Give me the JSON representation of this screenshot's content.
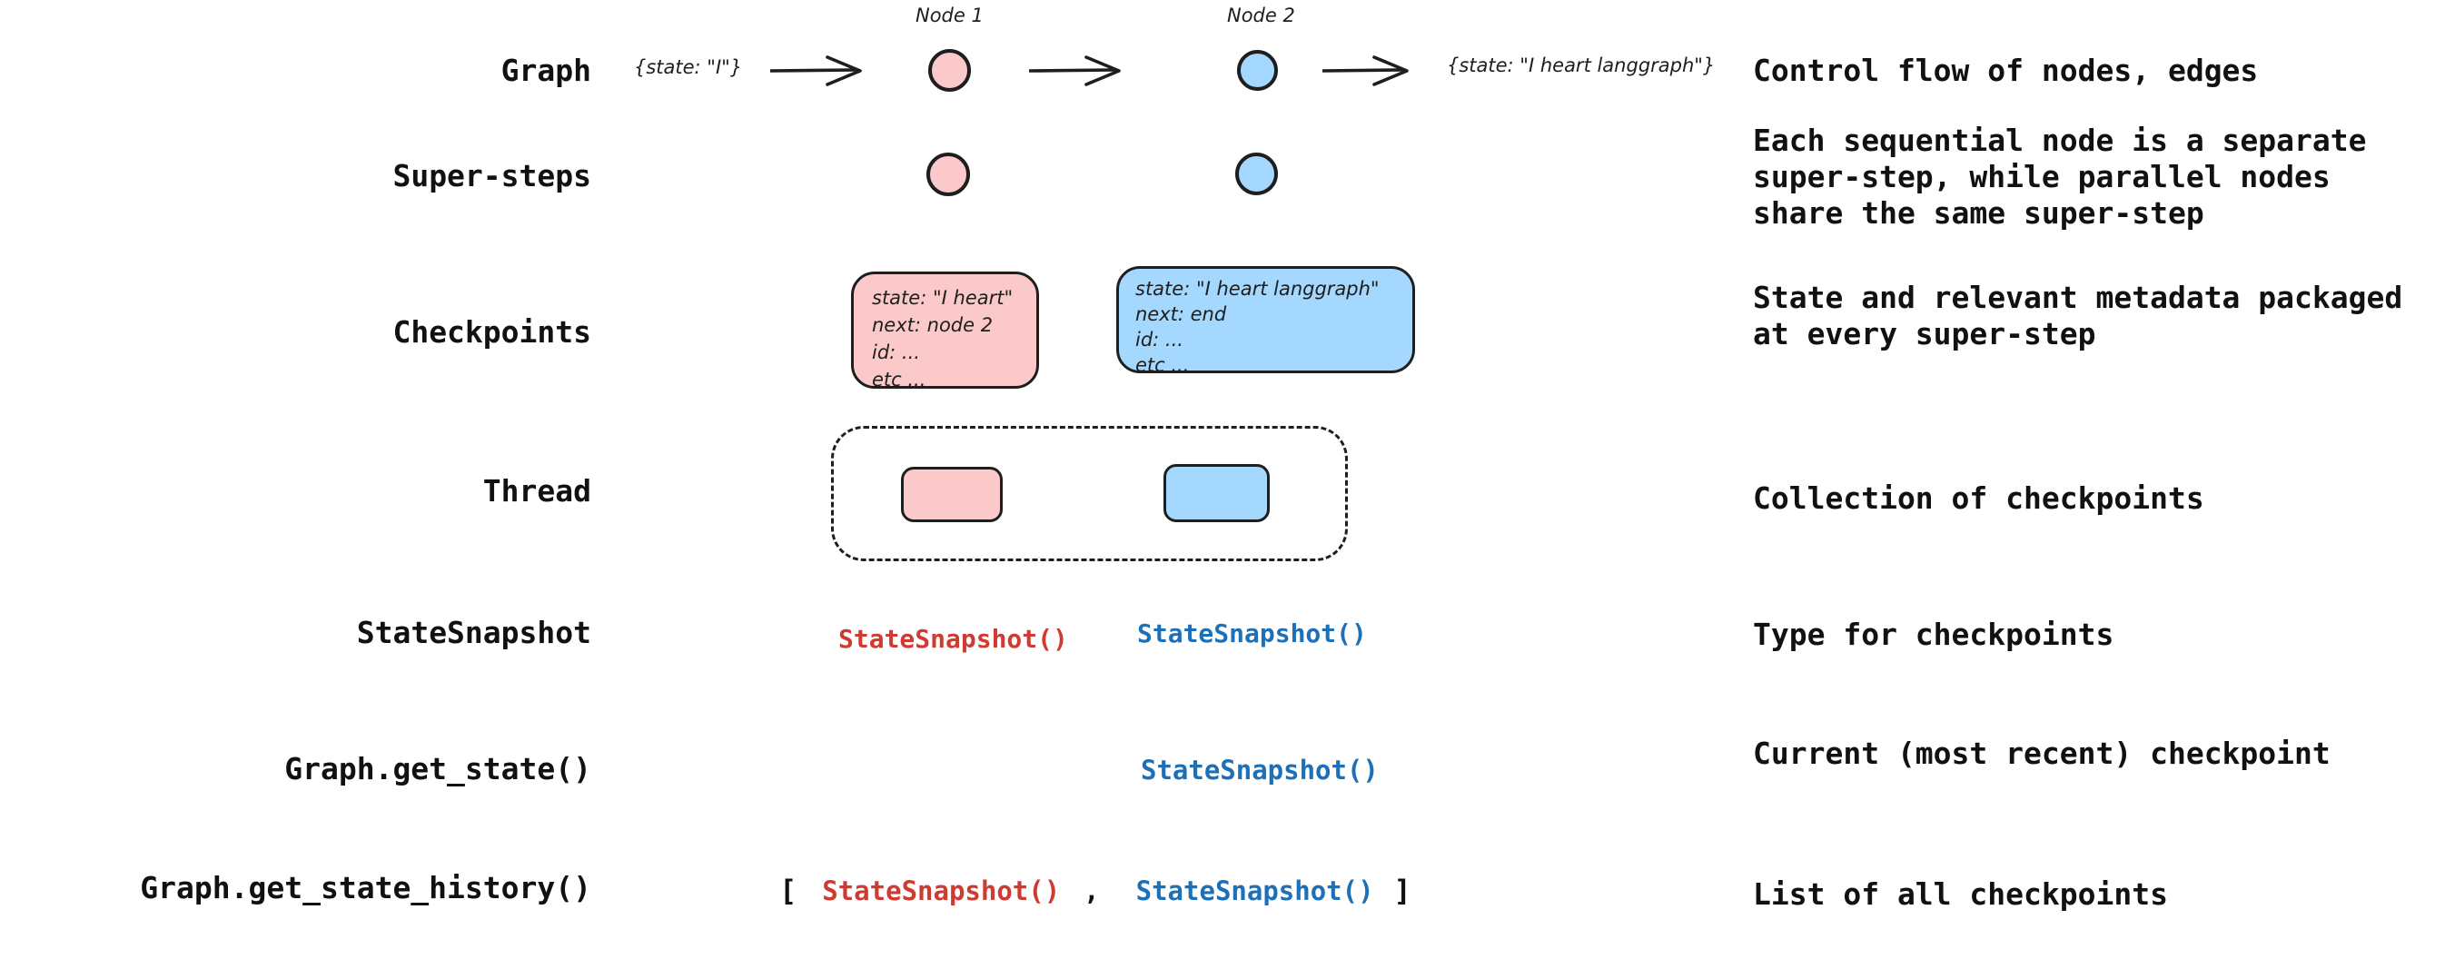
{
  "palette": {
    "ink": "#1e1e1e",
    "text": "#111111",
    "pink_fill": "#fbc9c9",
    "blue_fill": "#a5d8ff",
    "red_code": "#cf3a31",
    "blue_code": "#1d70b8"
  },
  "rows": [
    {
      "label": "Graph",
      "desc_lines": [
        "Control flow of nodes, edges"
      ]
    },
    {
      "label": "Super-steps",
      "desc_lines": [
        "Each sequential node is a separate",
        "super-step, while parallel nodes",
        "share the same super-step"
      ]
    },
    {
      "label": "Checkpoints",
      "desc_lines": [
        "State and relevant metadata packaged",
        "at every super-step"
      ]
    },
    {
      "label": "Thread",
      "desc_lines": [
        "Collection of checkpoints"
      ]
    },
    {
      "label": "StateSnapshot",
      "desc_lines": [
        "Type for checkpoints"
      ]
    },
    {
      "label": "Graph.get_state()",
      "desc_lines": [
        "Current (most recent) checkpoint"
      ]
    },
    {
      "label": "Graph.get_state_history()",
      "desc_lines": [
        "List of all checkpoints"
      ]
    }
  ],
  "graph_flow": {
    "node1_label": "Node 1",
    "node2_label": "Node 2",
    "input_state": "{state: \"I\"}",
    "output_state": "{state: \"I heart langgraph\"}"
  },
  "checkpoint_pink": {
    "lines": [
      "state: \"I heart\"",
      "next: node 2",
      "id: ...",
      "etc ..."
    ]
  },
  "checkpoint_blue": {
    "lines": [
      "state: \"I heart langgraph\"",
      "next: end",
      "id: ...",
      "etc ..."
    ]
  },
  "code": {
    "snapshot_call": "StateSnapshot()",
    "list_open": "[",
    "list_comma": ",",
    "list_close": "]"
  }
}
